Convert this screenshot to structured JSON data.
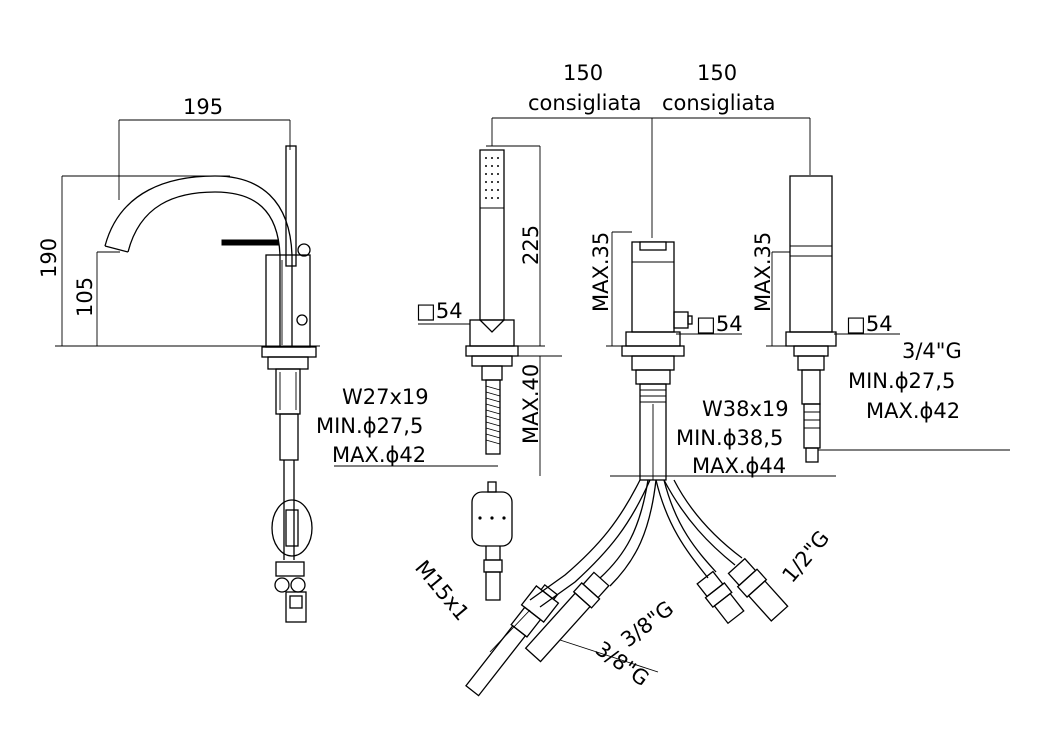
{
  "dims": {
    "d195": "195",
    "d190": "190",
    "d105": "105",
    "d150a": "150",
    "cons_a": "consigliata",
    "d150b": "150",
    "cons_b": "consigliata",
    "d225": "225",
    "sq54_a": "□54",
    "max40": "MAX.40",
    "max35_a": "MAX.35",
    "sq54_b": "□54",
    "max35_b": "MAX.35",
    "sq54_c": "□54"
  },
  "notes_left": {
    "line1": "W27x19",
    "line2": "MIN.ϕ27,5",
    "line3": "MAX.ϕ42"
  },
  "notes_center": {
    "line1": "W38x19",
    "line2": "MIN.ϕ38,5",
    "line3": "MAX.ϕ44"
  },
  "notes_right": {
    "line1": "3/4\"G",
    "line2": "MIN.ϕ27,5",
    "line3": "MAX.ϕ42"
  },
  "hoses": {
    "m15": "M15x1",
    "g38a": "3/8\"G",
    "g38b": "3/8\"G",
    "g12": "1/2\"G"
  }
}
